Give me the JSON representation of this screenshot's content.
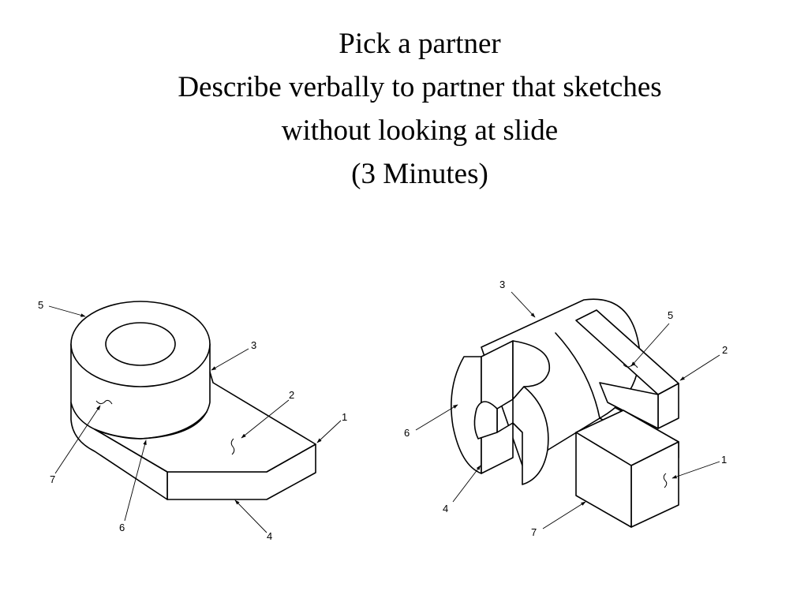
{
  "slide": {
    "title_lines": [
      "Pick a partner",
      "Describe verbally to partner that sketches",
      "without looking at slide",
      "(3 Minutes)"
    ]
  },
  "left_figure": {
    "callouts": [
      "5",
      "3",
      "2",
      "1",
      "7",
      "6",
      "4"
    ]
  },
  "right_figure": {
    "callouts": [
      "3",
      "5",
      "2",
      "6",
      "1",
      "4",
      "7"
    ]
  }
}
